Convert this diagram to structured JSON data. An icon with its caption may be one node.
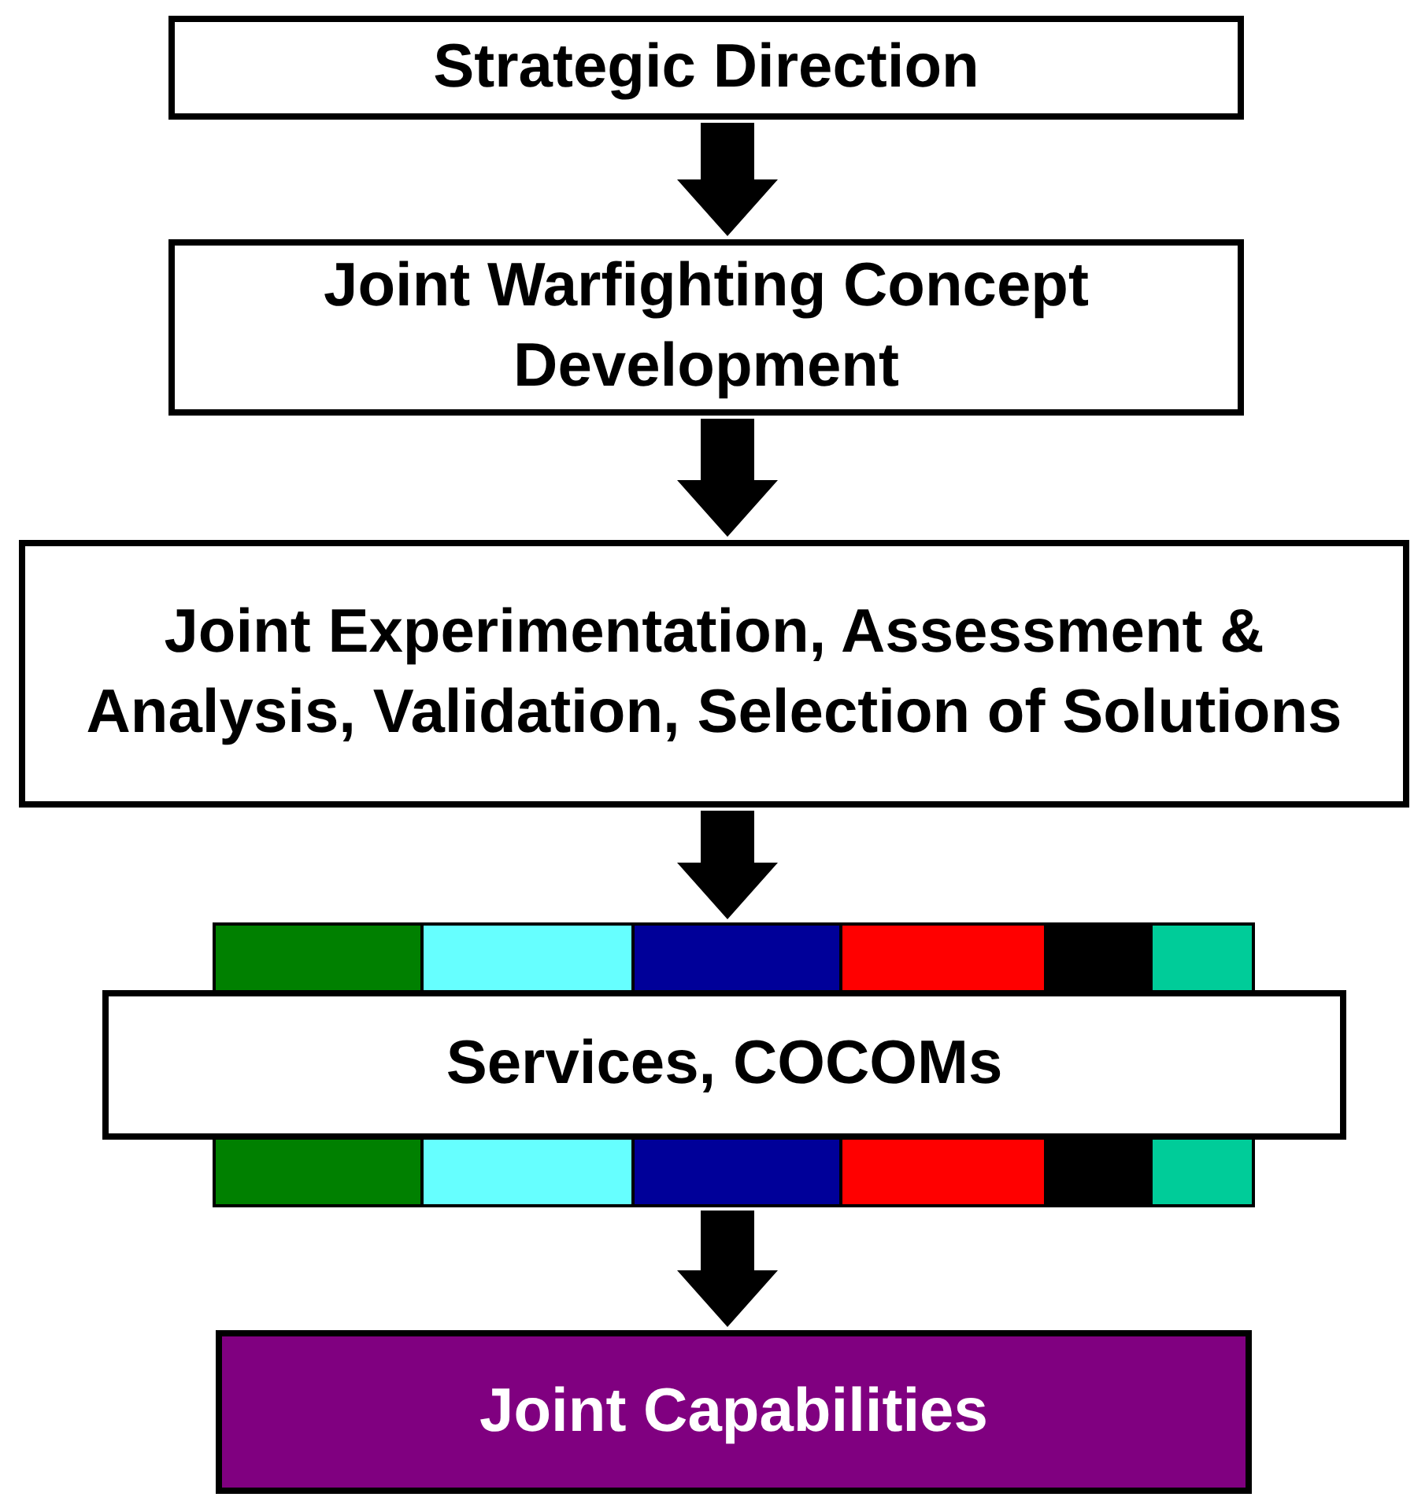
{
  "diagram": {
    "nodes": [
      {
        "text": [
          "Strategic Direction"
        ]
      },
      {
        "text": [
          "Joint Warfighting Concept Development"
        ]
      },
      {
        "text": [
          "Joint Experimentation, Assessment & Analysis, Validation, Selection of Solutions"
        ]
      },
      {
        "text": [
          "Services, COCOMs"
        ]
      },
      {
        "text": [
          "Joint Capabilities"
        ]
      }
    ],
    "edges": [
      {
        "from": 0,
        "to": 1,
        "arrow": "to"
      },
      {
        "from": 1,
        "to": 2,
        "arrow": "to"
      },
      {
        "from": 2,
        "to": 3,
        "arrow": "to"
      },
      {
        "from": 3,
        "to": 4,
        "arrow": "to"
      }
    ]
  }
}
